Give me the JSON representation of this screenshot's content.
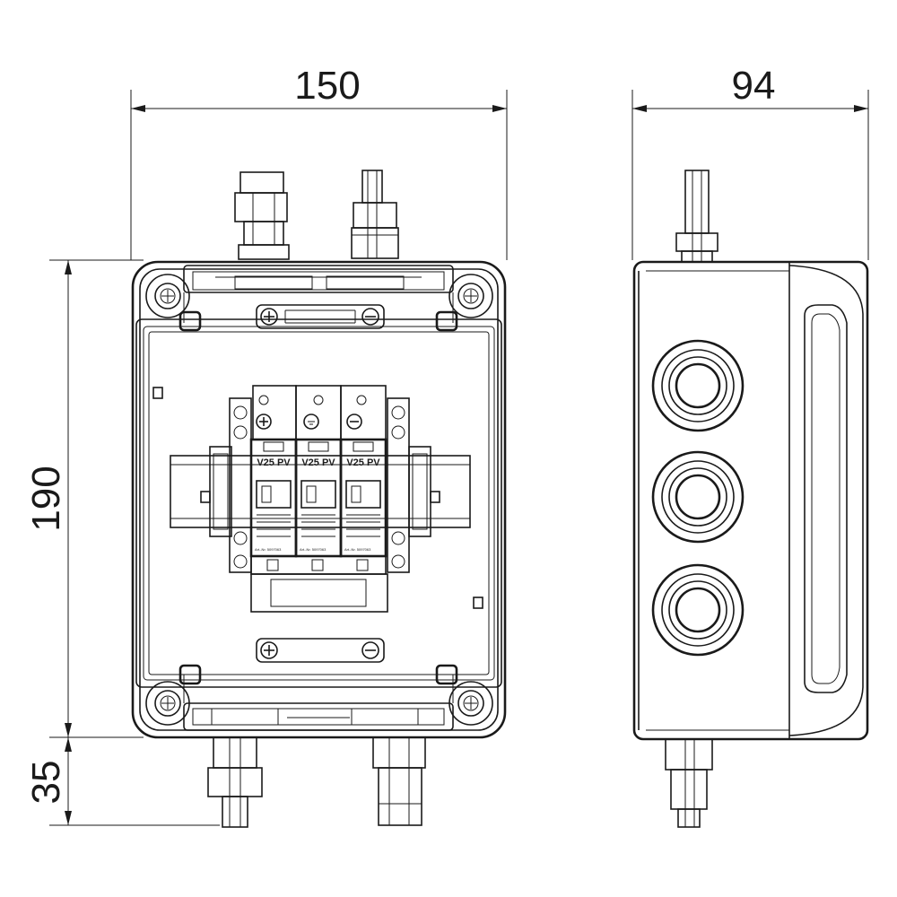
{
  "dimensions": {
    "width": "150",
    "depth": "94",
    "height": "190",
    "connector_length": "35"
  },
  "modules": [
    {
      "label": "V25 PV",
      "article": "Art.-Nr. 5097063"
    },
    {
      "label": "V25 PV",
      "article": "Art.-Nr. 5097063"
    },
    {
      "label": "V25 PV",
      "article": "Art.-Nr. 5097063"
    }
  ],
  "symbols": {
    "plus": "+",
    "minus": "−"
  }
}
